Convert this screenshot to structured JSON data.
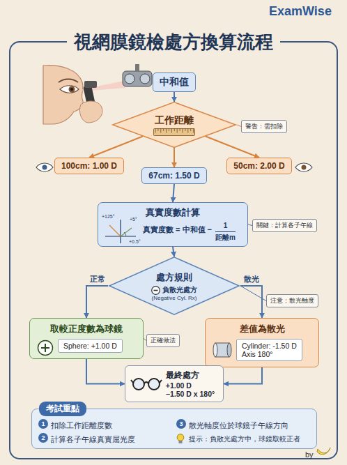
{
  "diagram": {
    "title": "視網膜鏡檢處方換算流程",
    "nodes": [
      {
        "text": [
          "中和值"
        ]
      },
      {
        "text": [
          "工作距離"
        ]
      },
      {
        "text": [
          "警告：需扣除"
        ]
      },
      {
        "text": [
          "100cm: 1.00 D"
        ]
      },
      {
        "text": [
          "67cm: 1.50 D"
        ]
      },
      {
        "text": [
          "50cm: 2.00 D"
        ]
      },
      {
        "text": [
          "真實度數計算",
          "真實度數 = 中和值 −",
          "1",
          "距離m"
        ]
      },
      {
        "text": [
          "關鍵：計算各子午線"
        ]
      },
      {
        "text": [
          "處方規則",
          "負散光處方",
          "(Negative Cyl. Rx)"
        ]
      },
      {
        "text": [
          "注意：散光軸度"
        ]
      },
      {
        "text": [
          "取較正度數為球鏡"
        ]
      },
      {
        "text": [
          "Sphere: +1.00 D"
        ],
        "in": 10
      },
      {
        "text": [
          "正確做法"
        ]
      },
      {
        "text": [
          "差值為散光"
        ]
      },
      {
        "text": [
          "Cylinder: -1.50 D",
          "Axis 180°"
        ],
        "in": 13
      },
      {
        "text": [
          "最終處方",
          "+1.00 D",
          "−1.50 D x 180°"
        ]
      },
      {
        "text": [
          "考試重點",
          "扣除工作距離度數",
          "計算各子午線真實屈光度",
          "散光軸度位於球鏡子午線方向",
          "提示：負散光處方中，球鏡取較正者"
        ]
      }
    ],
    "edges": [
      {
        "from": 0,
        "to": 1,
        "arrow": "to"
      },
      {
        "from": 1,
        "to": 2,
        "arrow": "none"
      },
      {
        "from": 1,
        "to": 3,
        "arrow": "to"
      },
      {
        "from": 1,
        "to": 4,
        "arrow": "to"
      },
      {
        "from": 1,
        "to": 5,
        "arrow": "to"
      },
      {
        "from": 4,
        "to": 6,
        "arrow": "to"
      },
      {
        "from": 6,
        "to": 7,
        "arrow": "none"
      },
      {
        "from": 6,
        "to": 8,
        "arrow": "to"
      },
      {
        "from": 8,
        "to": 9,
        "arrow": "none"
      },
      {
        "from": 8,
        "to": 10,
        "arrow": "to",
        "label": "正常"
      },
      {
        "from": 8,
        "to": 13,
        "arrow": "to",
        "label": "散光"
      },
      {
        "from": 10,
        "to": 12,
        "arrow": "none"
      },
      {
        "from": 10,
        "to": 15,
        "arrow": "to"
      },
      {
        "from": 13,
        "to": 15,
        "arrow": "to"
      }
    ],
    "labels": [
      "ExamWise",
      "+125°",
      "+5°",
      "+0.5°",
      "1",
      "2",
      "3",
      "by"
    ]
  }
}
